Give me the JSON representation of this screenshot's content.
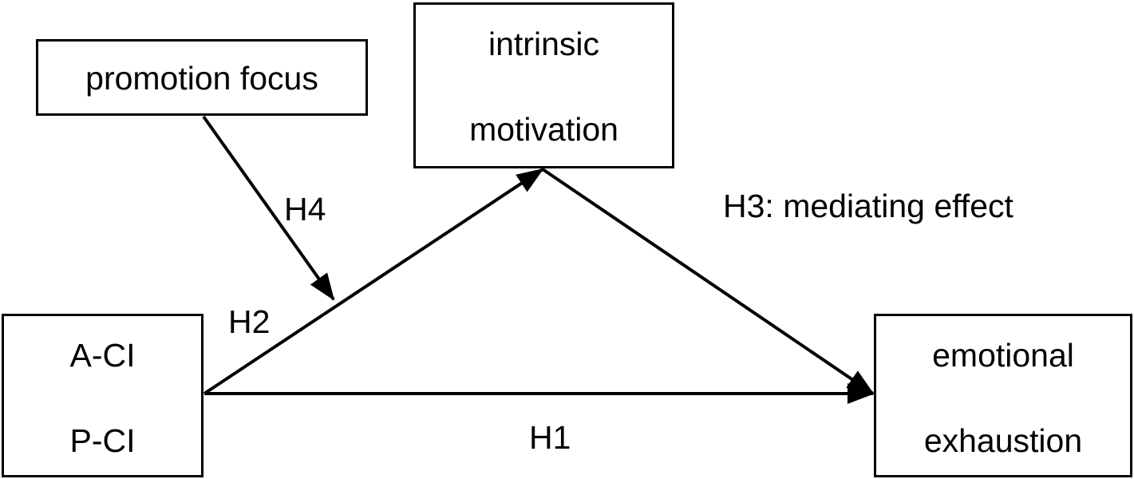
{
  "boxes": {
    "promotion": {
      "line1": "promotion focus"
    },
    "intrinsic": {
      "line1": "intrinsic",
      "line2": "motivation"
    },
    "predictor": {
      "line1": "A-CI",
      "line2": "P-CI"
    },
    "outcome": {
      "line1": "emotional",
      "line2": "exhaustion"
    }
  },
  "labels": {
    "h1": "H1",
    "h2": "H2",
    "h3": "H3: mediating effect",
    "h4": "H4"
  },
  "colors": {
    "stroke": "#000000",
    "background": "#ffffff"
  }
}
